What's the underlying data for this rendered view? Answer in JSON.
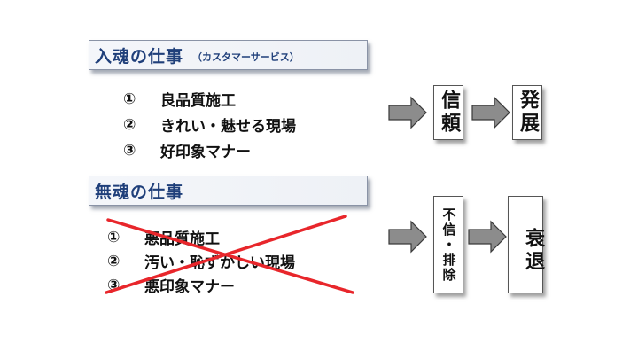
{
  "good_section": {
    "title": "入魂の仕事",
    "subtitle": "（カスタマーサービス）",
    "items": [
      {
        "num": "①",
        "text": "良品質施工"
      },
      {
        "num": "②",
        "text": "きれい・魅せる現場"
      },
      {
        "num": "③",
        "text": "好印象マナー"
      }
    ],
    "result_1": "信頼",
    "result_2": "発展"
  },
  "bad_section": {
    "title": "無魂の仕事",
    "items": [
      {
        "num": "①",
        "text": "悪品質施工"
      },
      {
        "num": "②",
        "text": "汚い・恥ずかしい現場"
      },
      {
        "num": "③",
        "text": "悪印象マナー"
      }
    ],
    "result_1": "不信・排除",
    "result_2": "衰退"
  },
  "colors": {
    "title_text": "#1f3f7a",
    "arrow_fill": "#8c8c8c",
    "cross": "#e8262b"
  }
}
